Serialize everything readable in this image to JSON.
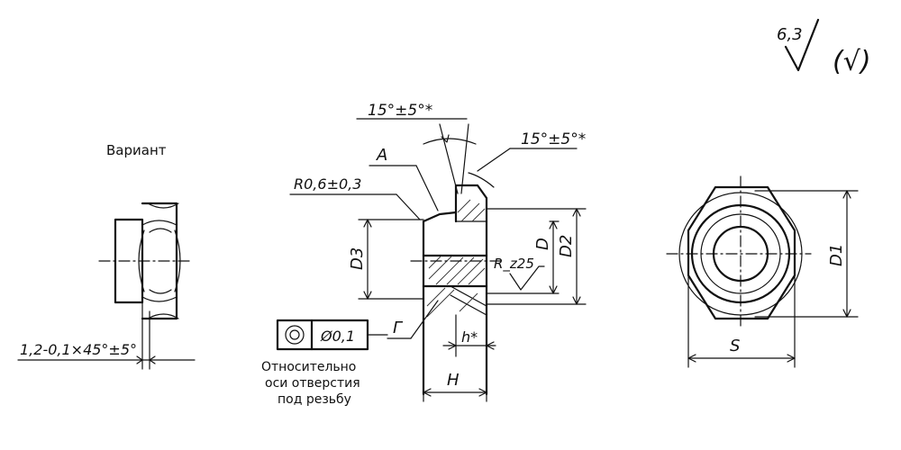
{
  "surface": {
    "value": "6,3",
    "paren": "(√)"
  },
  "variant_label": "Вариант",
  "chamfer_label": "1,2-0,1×45°±5°",
  "angle_top": "15°±5°*",
  "angle_right": "15°±5°*",
  "label_A": "A",
  "radius_label": "R0,6±0,3",
  "D3_label": "D3",
  "D_label": "D",
  "D2_label": "D2",
  "roughness_label": "R_z25",
  "gamma_label": "Г",
  "tolerance": {
    "symbol": "◎",
    "value": "Ø0,1"
  },
  "reference_note": [
    "Относительно",
    "оси отверстия",
    "под резьбу"
  ],
  "h_label": "h*",
  "H_label": "H",
  "D1_label": "D1",
  "S_label": "S"
}
